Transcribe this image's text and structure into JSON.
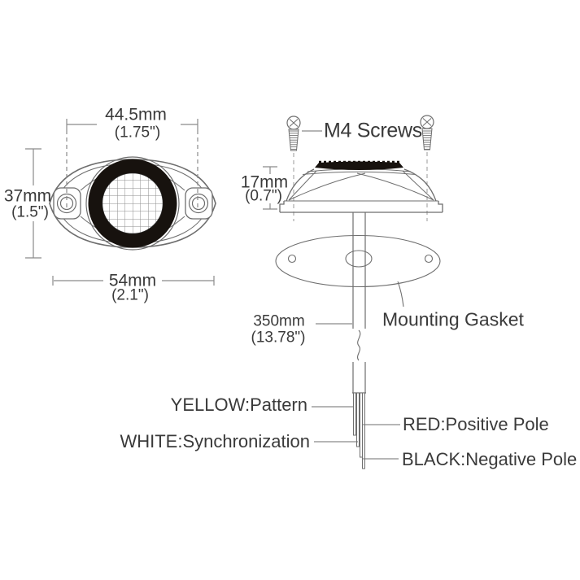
{
  "front_view": {
    "hole_spacing_mm": "44.5mm",
    "hole_spacing_in": "(1.75\")",
    "height_mm": "37mm",
    "height_in": "(1.5\")",
    "width_mm": "54mm",
    "width_in": "(2.1\")"
  },
  "side_view": {
    "screws_label": "M4 Screws",
    "height_mm": "17mm",
    "height_in": "(0.7\")"
  },
  "installation": {
    "cable_length_mm": "350mm",
    "cable_length_in": "(13.78\")",
    "gasket_label": "Mounting Gasket"
  },
  "wires": {
    "yellow": "YELLOW:Pattern",
    "white": "WHITE:Synchronization",
    "red": "RED:Positive Pole",
    "black": "BLACK:Negative Pole"
  },
  "colors": {
    "outline": "#6e6e6e",
    "dim_line": "#8a8a8a",
    "text": "#3a3a3a",
    "lens_ring": "#17120e",
    "background": "#ffffff"
  }
}
